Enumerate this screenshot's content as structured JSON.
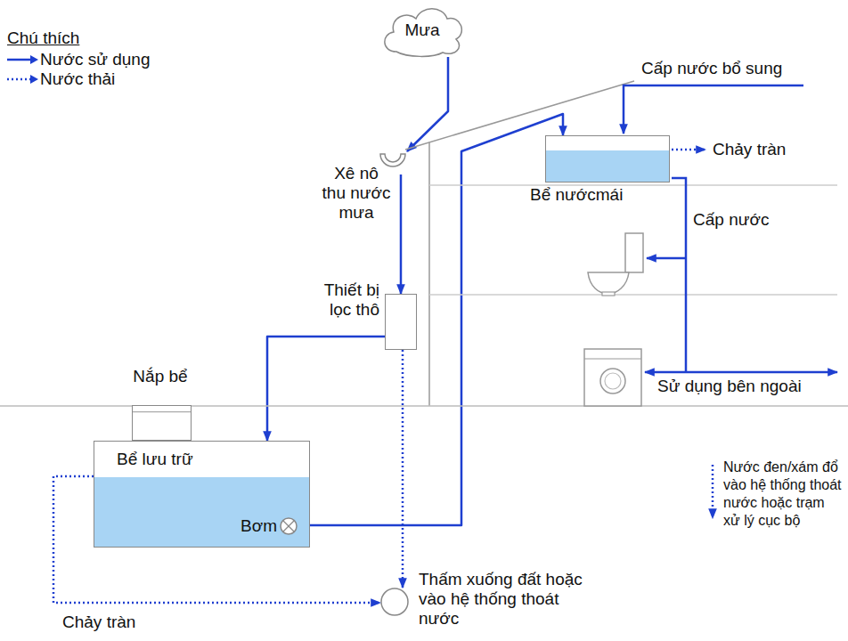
{
  "diagram": {
    "nodes": [
      {
        "text": [
          "Mưa"
        ]
      },
      {
        "text": [
          "Xê nô thu nước mưa"
        ]
      },
      {
        "text": [
          "Bể nướcmái"
        ]
      },
      {
        "text": [
          "Thiết bị lọc thô"
        ]
      },
      {
        "text": [
          "Nắp bể"
        ]
      },
      {
        "text": [
          "Bể lưu trữ"
        ]
      },
      {
        "text": [
          "Bơm"
        ],
        "in": 5
      },
      {
        "text": [
          "Thấm xuống đất hoặc vào hệ thống thoát nước"
        ]
      }
    ],
    "edges": [
      {
        "from": 0,
        "to": 1,
        "arrow": "to"
      },
      {
        "from": 1,
        "to": 3,
        "arrow": "to"
      },
      {
        "from": 3,
        "to": 5,
        "arrow": "to"
      },
      {
        "from": 3,
        "to": 7,
        "arrow": "to"
      },
      {
        "from": 6,
        "to": 2,
        "arrow": "to"
      },
      {
        "from": 5,
        "to": 7,
        "arrow": "to"
      }
    ],
    "labels": [
      "Chú thích",
      "Cấp nước bổ sung",
      "Chảy tràn",
      "Cấp nước",
      "Sử dụng bên ngoài",
      "Nước đen/xám đổ vào hệ thống thoát nước hoặc trạm xử lý cục bộ",
      "Chảy tràn"
    ],
    "legend": [
      {
        "text": "Nước sử dụng"
      },
      {
        "text": "Nước thải"
      }
    ]
  }
}
